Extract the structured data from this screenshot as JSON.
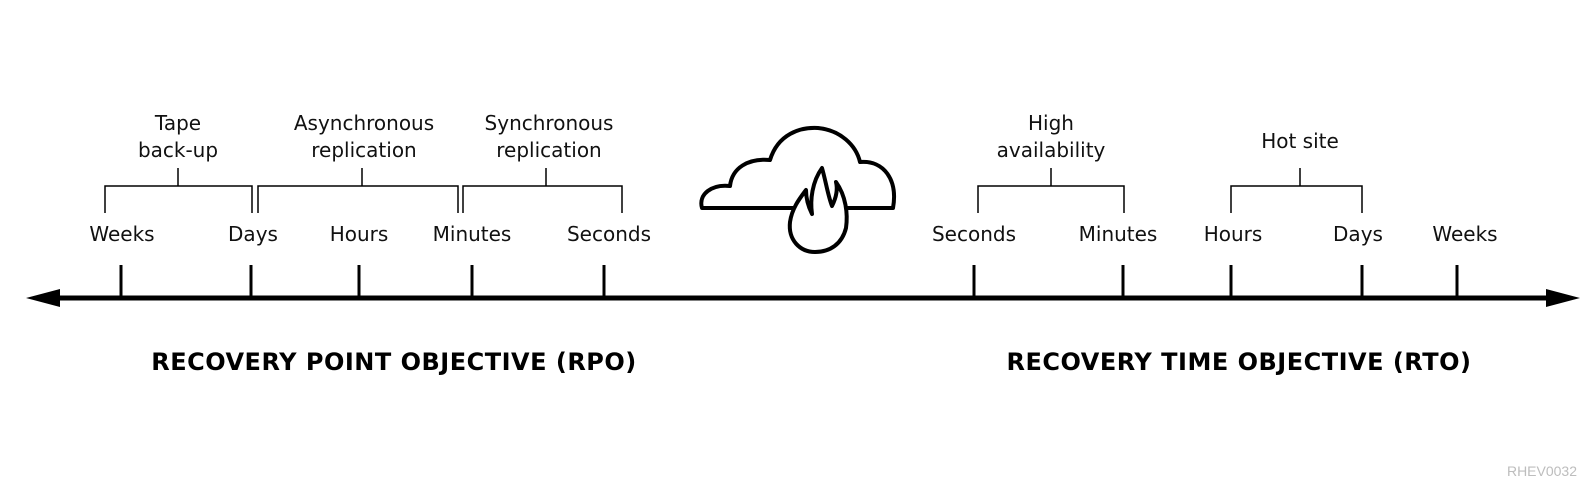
{
  "rpo": {
    "groups": [
      {
        "line1": "Tape",
        "line2": "back-up"
      },
      {
        "line1": "Asynchronous",
        "line2": "replication"
      },
      {
        "line1": "Synchronous",
        "line2": "replication"
      }
    ],
    "ticks": [
      "Weeks",
      "Days",
      "Hours",
      "Minutes",
      "Seconds"
    ],
    "title": "RECOVERY POINT OBJECTIVE (RPO)"
  },
  "rto": {
    "groups": [
      {
        "line1": "High",
        "line2": "availability"
      },
      {
        "line1": "Hot site",
        "line2": ""
      }
    ],
    "ticks": [
      "Seconds",
      "Minutes",
      "Hours",
      "Days",
      "Weeks"
    ],
    "title": "RECOVERY TIME OBJECTIVE (RTO)"
  },
  "center_icon": "cloud-fire-icon",
  "figure_id": "RHEV0032"
}
